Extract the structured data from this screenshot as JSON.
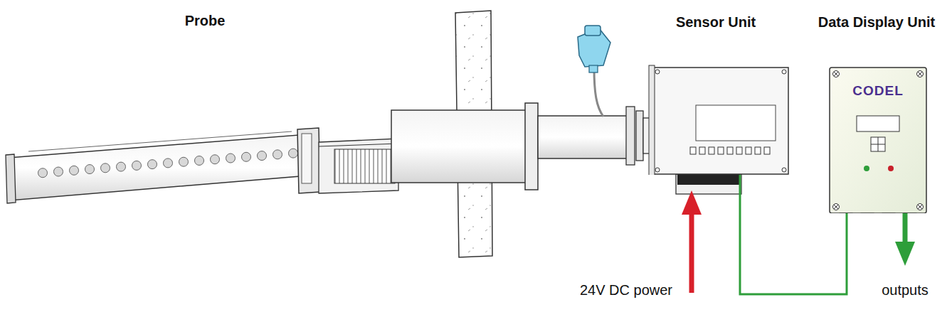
{
  "diagram": {
    "nodes": [
      {
        "text": [
          "Sensor Unit"
        ]
      },
      {
        "text": [
          "Data Display Unit",
          "CODEL"
        ]
      }
    ],
    "edges": [
      {
        "from": 0,
        "to": 1,
        "arrow": "none"
      }
    ],
    "labels": [
      "Probe",
      "24V DC power",
      "outputs"
    ]
  }
}
